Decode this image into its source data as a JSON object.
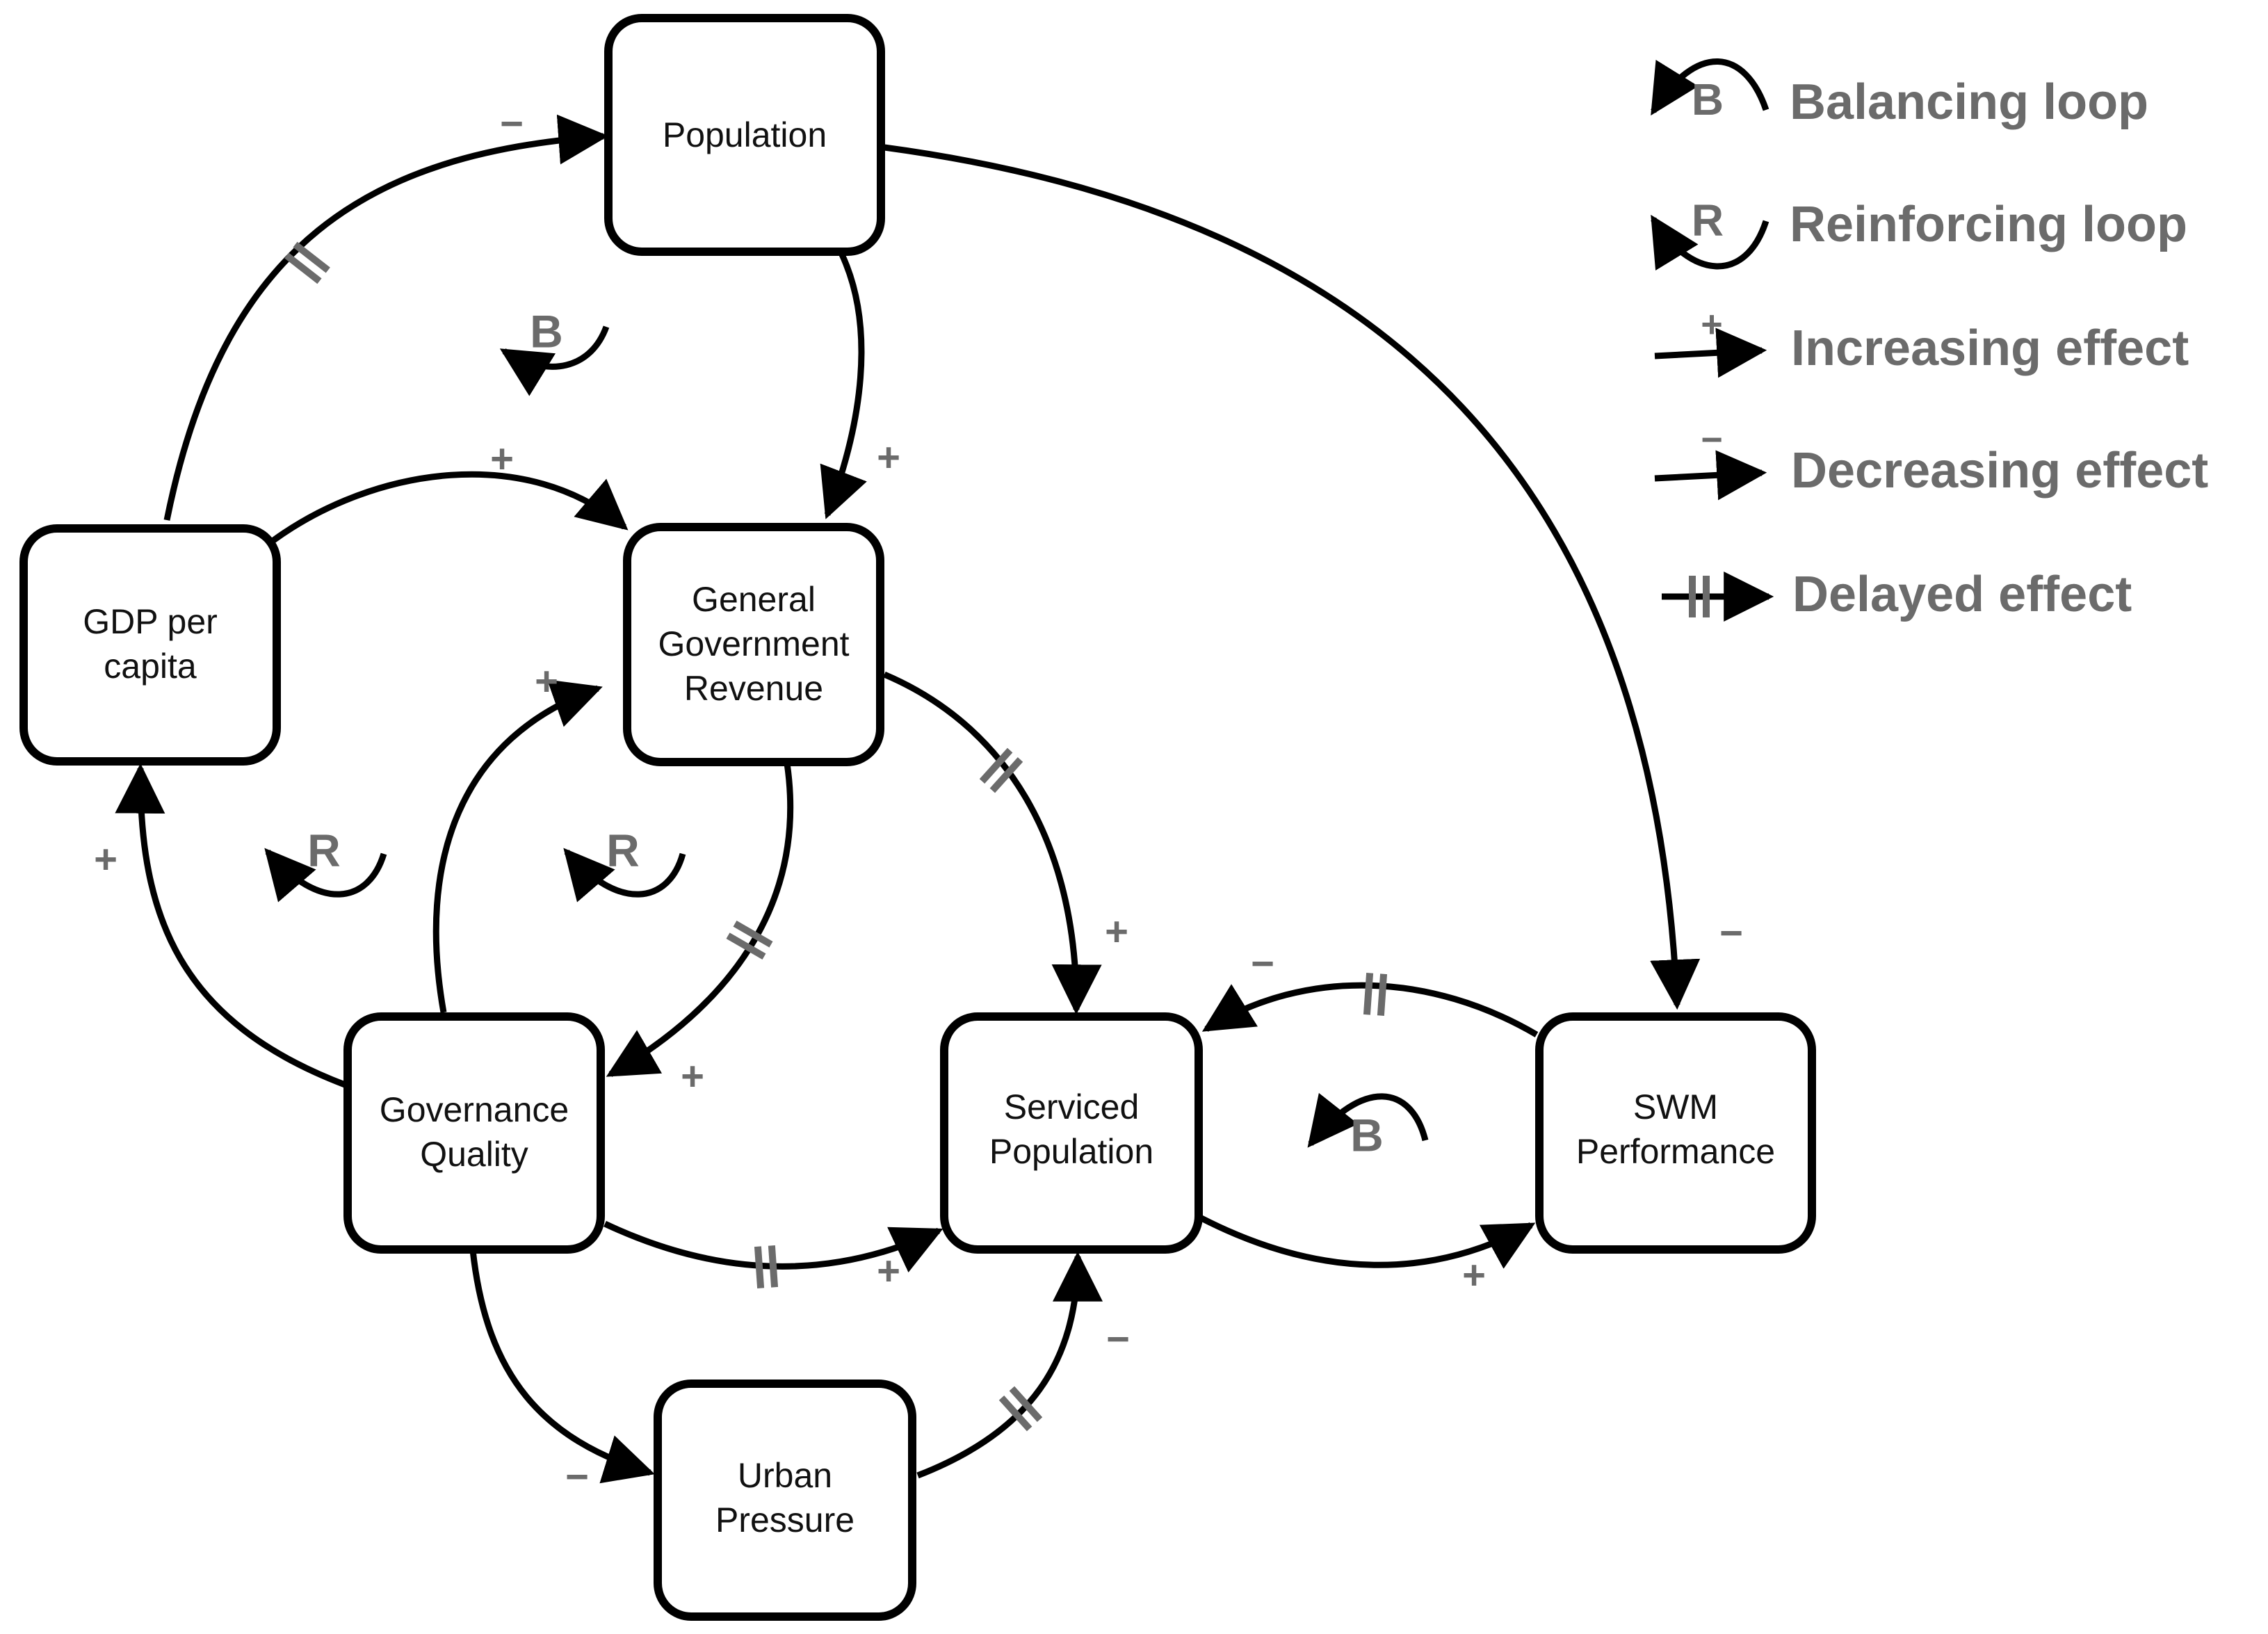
{
  "nodes": {
    "population": "Population",
    "gdp": [
      "GDP per",
      "capita"
    ],
    "revenue": [
      "General",
      "Government",
      "Revenue"
    ],
    "governance": [
      "Governance",
      "Quality"
    ],
    "serviced": [
      "Serviced",
      "Population"
    ],
    "swm": [
      "SWM",
      "Performance"
    ],
    "urban": [
      "Urban",
      "Pressure"
    ]
  },
  "edges": [
    {
      "from": "GDP per capita",
      "to": "Population",
      "polarity": "−",
      "delayed": true
    },
    {
      "from": "Population",
      "to": "General Government Revenue",
      "polarity": "+",
      "delayed": false
    },
    {
      "from": "Population",
      "to": "SWM Performance",
      "polarity": "−",
      "delayed": false
    },
    {
      "from": "GDP per capita",
      "to": "General Government Revenue",
      "polarity": "+",
      "delayed": false
    },
    {
      "from": "Governance Quality",
      "to": "General Government Revenue",
      "polarity": "+",
      "delayed": false
    },
    {
      "from": "General Government Revenue",
      "to": "Governance Quality",
      "polarity": "+",
      "delayed": true
    },
    {
      "from": "General Government Revenue",
      "to": "Serviced Population",
      "polarity": "+",
      "delayed": true
    },
    {
      "from": "Governance Quality",
      "to": "GDP per capita",
      "polarity": "+",
      "delayed": false
    },
    {
      "from": "Governance Quality",
      "to": "Serviced Population",
      "polarity": "+",
      "delayed": true
    },
    {
      "from": "Governance Quality",
      "to": "Urban Pressure",
      "polarity": "−",
      "delayed": false
    },
    {
      "from": "Urban Pressure",
      "to": "Serviced Population",
      "polarity": "−",
      "delayed": true
    },
    {
      "from": "SWM Performance",
      "to": "Serviced Population",
      "polarity": "−",
      "delayed": true
    },
    {
      "from": "Serviced Population",
      "to": "SWM Performance",
      "polarity": "+",
      "delayed": false
    }
  ],
  "loops": {
    "top": "B",
    "left": "R",
    "middle": "R",
    "right": "B"
  },
  "legend": {
    "balancing": {
      "symbol": "B",
      "label": "Balancing loop"
    },
    "reinforcing": {
      "symbol": "R",
      "label": "Reinforcing loop"
    },
    "increasing": {
      "symbol": "+",
      "label": "Increasing effect"
    },
    "decreasing": {
      "symbol": "−",
      "label": "Decreasing effect"
    },
    "delayed": {
      "label": "Delayed effect"
    }
  },
  "colors": {
    "line": "#000000",
    "annotation": "#6b6b6b",
    "node_fill": "#ffffff"
  }
}
